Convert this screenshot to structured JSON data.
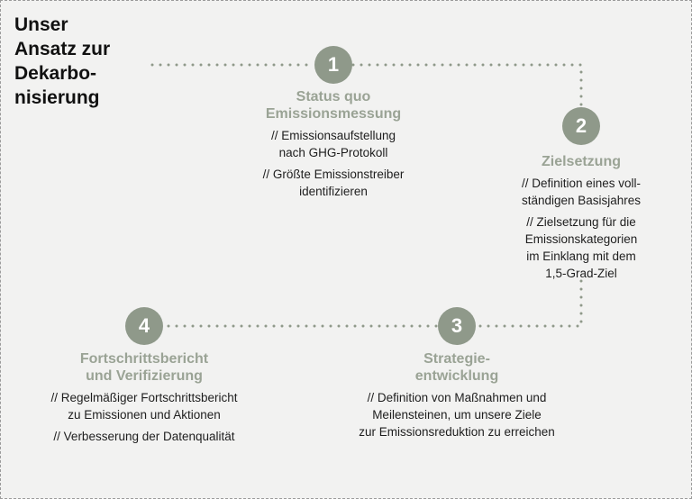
{
  "title": "Unser\nAnsatz zur\nDekarbo-\nnisierung",
  "colors": {
    "accent": "#8f998a",
    "heading": "#9aa395",
    "connector": "#8f998a",
    "background": "#f2f2f1"
  },
  "steps": [
    {
      "number": "1",
      "heading": "Status quo\nEmissionsmessung",
      "bullets": [
        "//  Emissionsaufstellung\nnach GHG-Protokoll",
        "//  Größte Emissionstreiber\nidentifizieren"
      ]
    },
    {
      "number": "2",
      "heading": "Zielsetzung",
      "bullets": [
        "//  Definition eines voll-\nständigen Basisjahres",
        "//  Zielsetzung für die\nEmissionskategorien\nim Einklang mit dem\n1,5-Grad-Ziel"
      ]
    },
    {
      "number": "3",
      "heading": "Strategie-\nentwicklung",
      "bullets": [
        "//  Definition von Maßnahmen und\nMeilensteinen, um unsere Ziele\nzur Emissionsreduktion zu erreichen"
      ]
    },
    {
      "number": "4",
      "heading": "Fortschrittsbericht\nund Verifizierung",
      "bullets": [
        "//  Regelmäßiger Fortschrittsbericht\nzu Emissionen und Aktionen",
        "//  Verbesserung der Datenqualität"
      ]
    }
  ]
}
